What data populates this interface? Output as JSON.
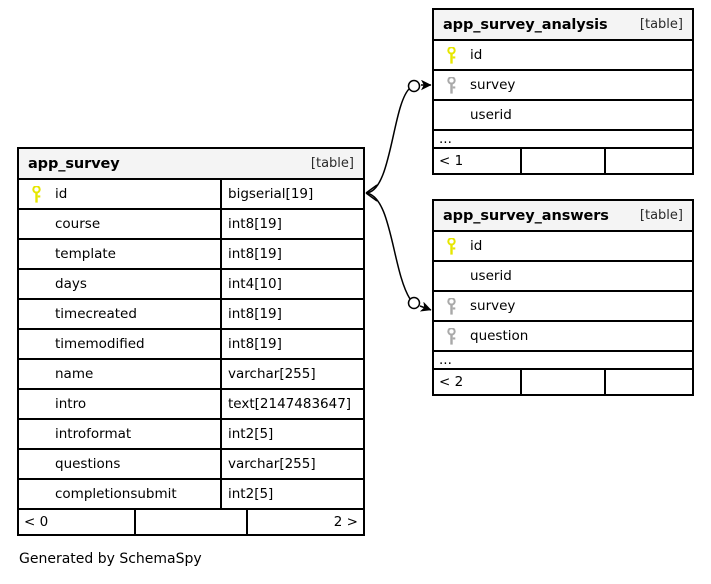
{
  "caption": "Generated by SchemaSpy",
  "labels": {
    "kind": "[table]",
    "ellipsis": "...",
    "empty": ""
  },
  "colors": {
    "primary_key": "#e6e600",
    "foreign_key": "#a9a9a9",
    "header_bg": "#f4f4f4",
    "border": "#000000",
    "background": "#ffffff"
  },
  "tables": [
    {
      "id": "app_survey",
      "name": "app_survey",
      "kind": "[table]",
      "columns": [
        {
          "key": "primary",
          "name": "id",
          "type": "bigserial[19]"
        },
        {
          "key": "none",
          "name": "course",
          "type": "int8[19]"
        },
        {
          "key": "none",
          "name": "template",
          "type": "int8[19]"
        },
        {
          "key": "none",
          "name": "days",
          "type": "int4[10]"
        },
        {
          "key": "none",
          "name": "timecreated",
          "type": "int8[19]"
        },
        {
          "key": "none",
          "name": "timemodified",
          "type": "int8[19]"
        },
        {
          "key": "none",
          "name": "name",
          "type": "varchar[255]"
        },
        {
          "key": "none",
          "name": "intro",
          "type": "text[2147483647]"
        },
        {
          "key": "none",
          "name": "introformat",
          "type": "int2[5]"
        },
        {
          "key": "none",
          "name": "questions",
          "type": "varchar[255]"
        },
        {
          "key": "none",
          "name": "completionsubmit",
          "type": "int2[5]"
        }
      ],
      "has_ellipsis": false,
      "footer": {
        "left": "< 0",
        "middle": "",
        "right": "2 >"
      }
    },
    {
      "id": "app_survey_analysis",
      "name": "app_survey_analysis",
      "kind": "[table]",
      "columns": [
        {
          "key": "primary",
          "name": "id",
          "type": ""
        },
        {
          "key": "foreign",
          "name": "survey",
          "type": ""
        },
        {
          "key": "none",
          "name": "userid",
          "type": ""
        }
      ],
      "has_ellipsis": true,
      "footer": {
        "left": "< 1",
        "middle": "",
        "right": ""
      }
    },
    {
      "id": "app_survey_answers",
      "name": "app_survey_answers",
      "kind": "[table]",
      "columns": [
        {
          "key": "primary",
          "name": "id",
          "type": ""
        },
        {
          "key": "none",
          "name": "userid",
          "type": ""
        },
        {
          "key": "foreign",
          "name": "survey",
          "type": ""
        },
        {
          "key": "foreign",
          "name": "question",
          "type": ""
        }
      ],
      "has_ellipsis": true,
      "footer": {
        "left": "< 2",
        "middle": "",
        "right": ""
      }
    }
  ],
  "relationships": [
    {
      "from": "app_survey.id",
      "to": "app_survey_analysis.survey"
    },
    {
      "from": "app_survey.id",
      "to": "app_survey_answers.survey"
    }
  ]
}
